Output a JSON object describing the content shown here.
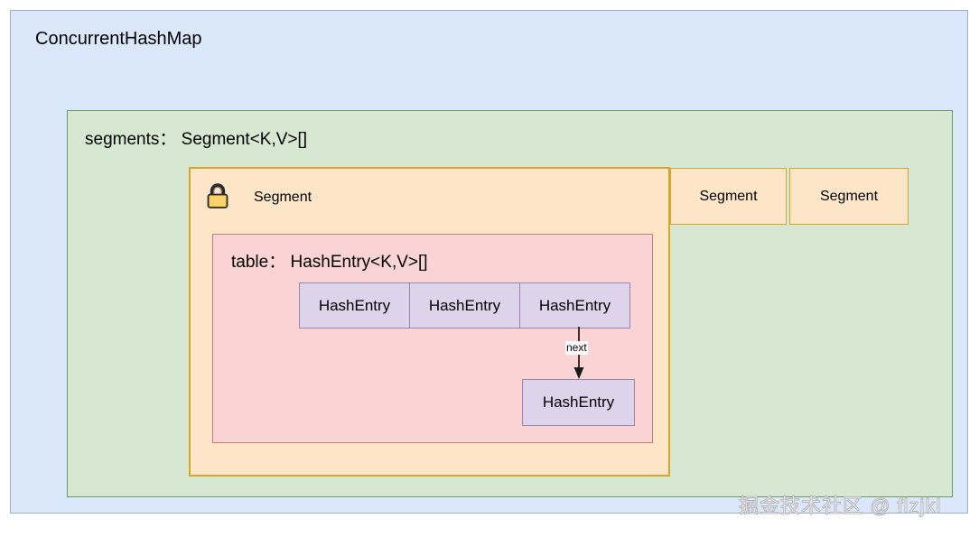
{
  "diagram": {
    "outer": {
      "title": "ConcurrentHashMap"
    },
    "segments_container": {
      "title": "segments： Segment<K,V>[]"
    },
    "segment_main": {
      "label": "Segment",
      "lock_icon": "lock-closed-icon"
    },
    "segment_siblings": [
      {
        "label": "Segment"
      },
      {
        "label": "Segment"
      }
    ],
    "table_container": {
      "title": "table： HashEntry<K,V>[]"
    },
    "hash_entries": [
      {
        "label": "HashEntry"
      },
      {
        "label": "HashEntry"
      },
      {
        "label": "HashEntry"
      }
    ],
    "chained_entry": {
      "label": "HashEntry"
    },
    "arrow": {
      "label": "next"
    },
    "watermark": {
      "text": "掘金技术社区 @ flzjkl"
    },
    "colors": {
      "outer_fill": "#dbe7fb",
      "outer_stroke": "#9bb0cc",
      "segments_fill": "#d6e8d2",
      "segments_stroke": "#6f9c5c",
      "segment_fill": "#fde5c8",
      "segment_stroke": "#d6a52c",
      "table_fill": "#fad4d4",
      "table_stroke": "#c47b86",
      "entry_fill": "#ddd3ea",
      "entry_stroke": "#9a83ae",
      "arrow_stroke": "#4a2b28"
    }
  }
}
